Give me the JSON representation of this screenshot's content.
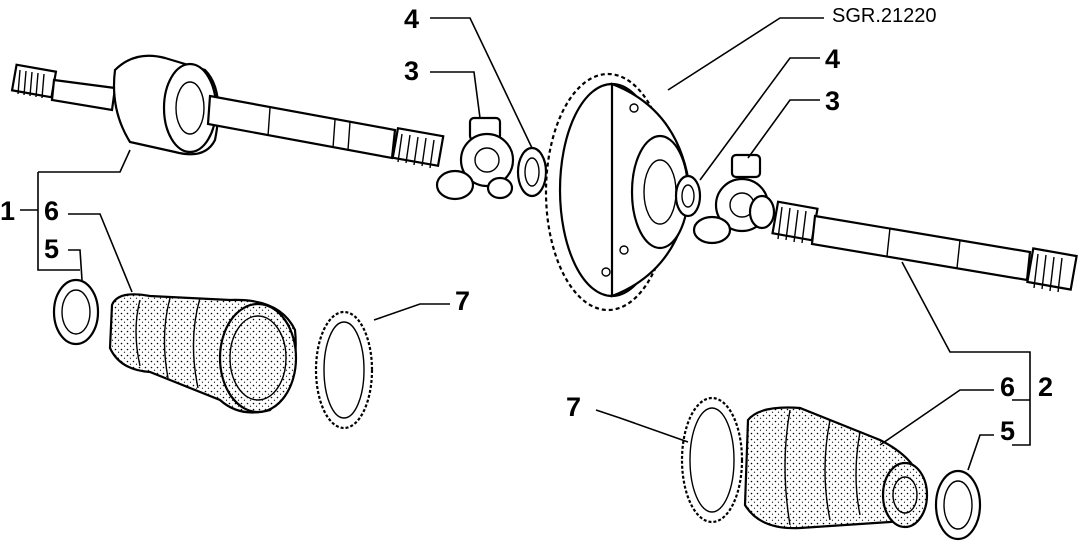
{
  "diagram": {
    "code_label": "SGR.21220",
    "callouts": {
      "assembly_left": "1",
      "assembly_right": "2",
      "tripod_left": "3",
      "tripod_right": "3",
      "seal_left": "4",
      "seal_right": "4",
      "clamp_small_left": "5",
      "clamp_small_right": "5",
      "boot_left": "6",
      "boot_right": "6",
      "clamp_large_left": "7",
      "clamp_large_right": "7"
    }
  }
}
